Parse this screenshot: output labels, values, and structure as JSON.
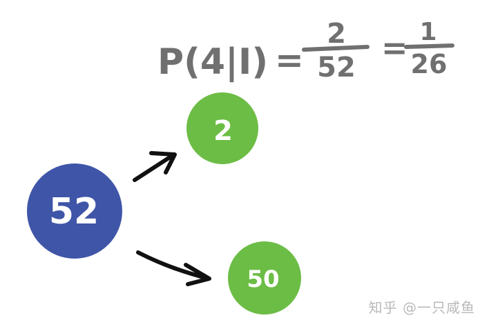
{
  "formula": {
    "lhs": "P(4|I)",
    "equals": "=",
    "fraction1": {
      "numerator": "2",
      "denominator": "52"
    },
    "fraction2": {
      "numerator": "1",
      "denominator": "26"
    }
  },
  "nodes": {
    "root": {
      "label": "52",
      "color": "#3f55a8"
    },
    "top_child": {
      "label": "2",
      "color": "#6cbd45"
    },
    "bottom_child": {
      "label": "50",
      "color": "#6cbd45"
    }
  },
  "colors": {
    "ink_gray": "#707070",
    "arrow": "#111111",
    "node_text": "#ffffff"
  },
  "watermark": "知乎 @一只咸鱼"
}
